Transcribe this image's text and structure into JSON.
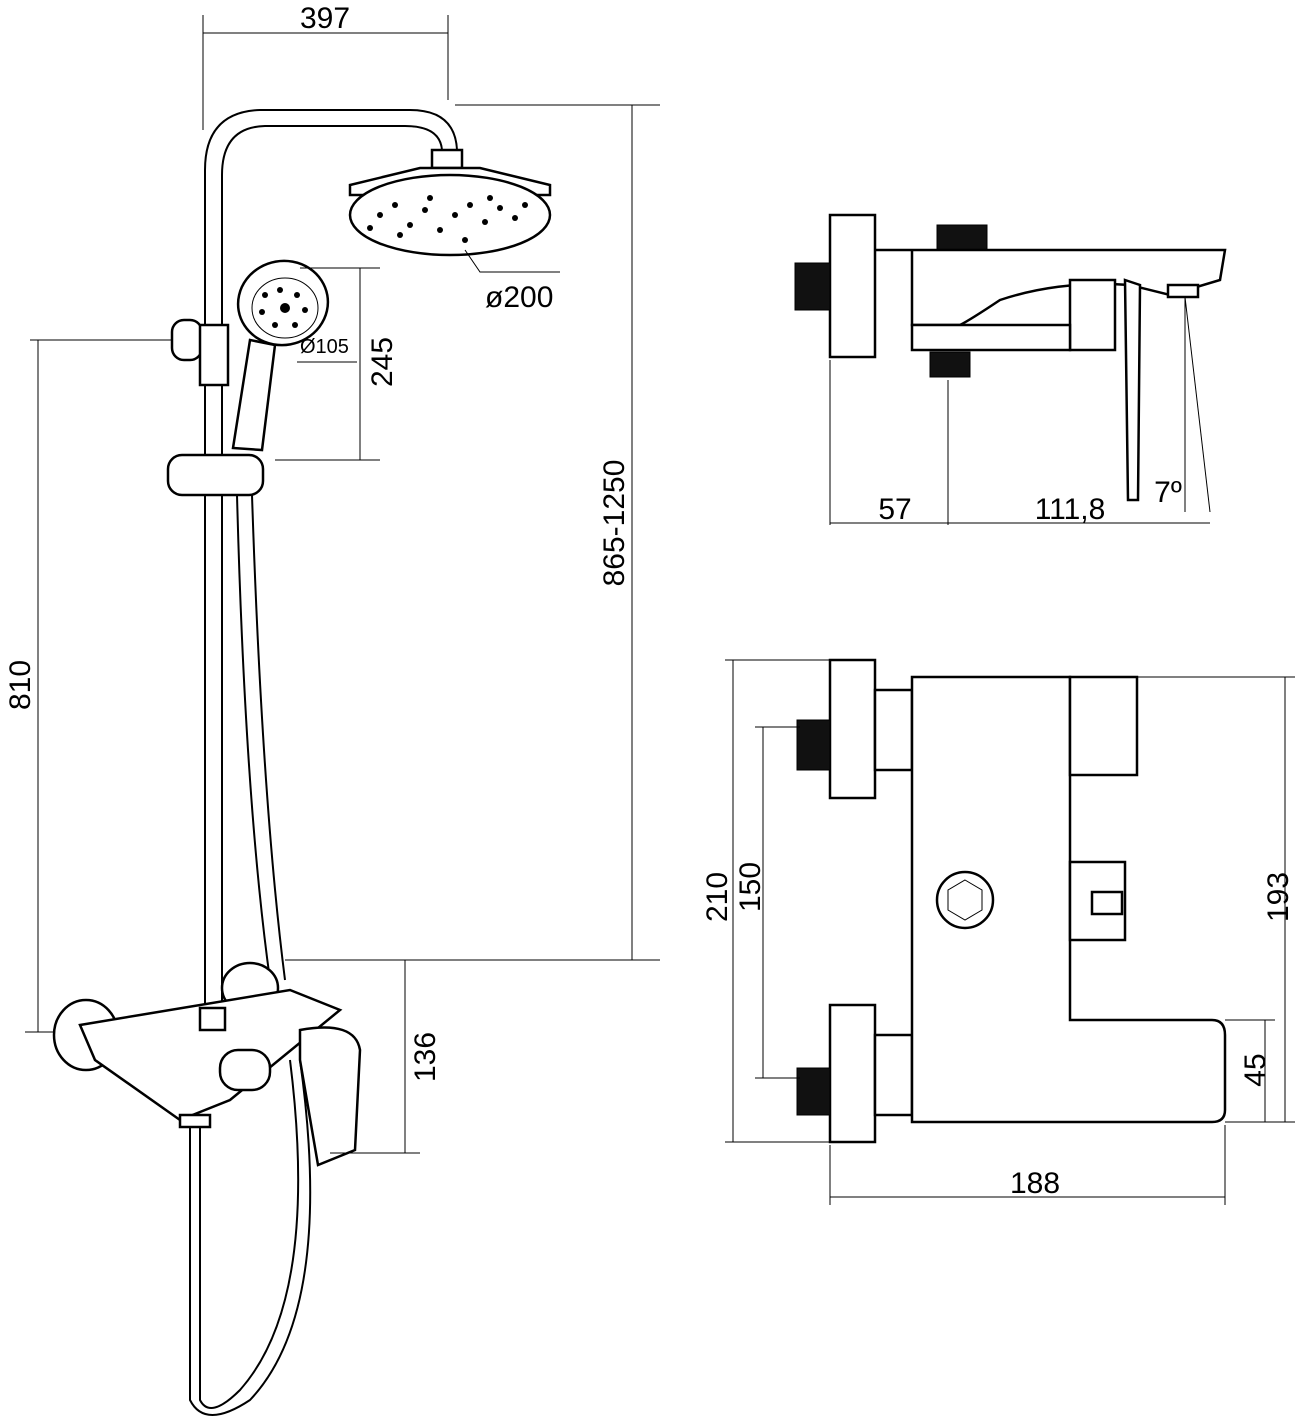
{
  "title": "Shower system technical drawing",
  "dimensions": {
    "arm_reach": "397",
    "head_diameter": "ø200",
    "hand_diameter": "Ø105",
    "hand_height": "245",
    "height_range": "865-1250",
    "mixer_to_head": "810",
    "mixer_height": "136",
    "side_depth": "57",
    "spout_length": "111,8",
    "spout_angle": "7º",
    "total_height": "210",
    "inlet_spacing": "150",
    "body_height": "193",
    "spout_offset": "45",
    "body_width": "188"
  },
  "colors": {
    "line": "#000000",
    "background": "#ffffff"
  }
}
